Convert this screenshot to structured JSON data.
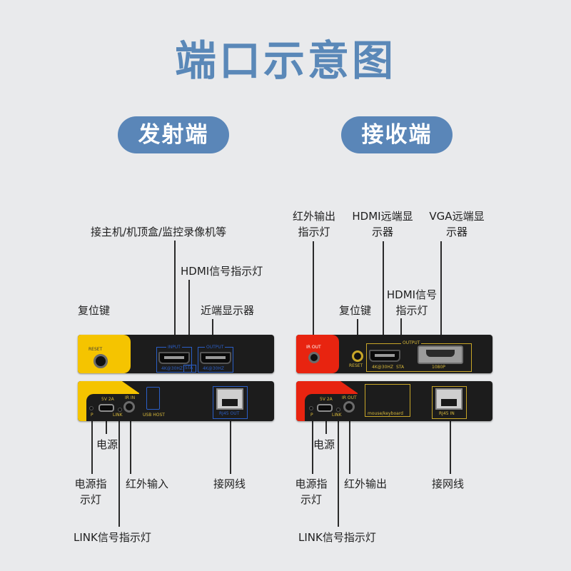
{
  "title": "端口示意图",
  "sender": {
    "pill": "发射端",
    "labels": {
      "host": "接主机/机顶盒/监控录像机等",
      "hdmi_led": "HDMI信号指示灯",
      "reset_key": "复位键",
      "near_display": "近端显示器",
      "power": "电源",
      "power_led": "电源指示灯",
      "ir_in": "红外输入",
      "lan": "接网线",
      "link_led": "LINK信号指示灯"
    },
    "panel_text": {
      "reset": "RESET",
      "input": "INPUT",
      "output": "OUTPUT",
      "in_res": "4K@30HZ",
      "sta": "STA",
      "out_res": "4K@30HZ",
      "power": "5V 2A",
      "ir_in": "IR IN",
      "p": "P",
      "link": "LINK",
      "usb_host": "USB HOST",
      "rj45": "RJ45 OUT"
    }
  },
  "receiver": {
    "pill": "接收端",
    "labels": {
      "ir_out_led": "红外输出指示灯",
      "hdmi_far": "HDMI远端显示器",
      "vga_far": "VGA远端显示器",
      "hdmi_signal": "HDMI信号指示灯",
      "reset_key": "复位键",
      "power": "电源",
      "power_led": "电源指示灯",
      "ir_out": "红外输出",
      "lan": "接网线",
      "link_led": "LINK信号指示灯"
    },
    "panel_text": {
      "ir_out": "IR OUT",
      "reset": "RESET",
      "output": "OUTPUT",
      "hdmi_res": "4K@30HZ",
      "sta": "STA",
      "vga_res": "1080P",
      "power": "5V 2A",
      "ir_out_bottom": "IR OUT",
      "p": "P",
      "link": "LINK",
      "mouse_keyboard": "mouse/keyboard",
      "rj45": "RJ45 IN"
    }
  },
  "colors": {
    "title": "#5a88b8",
    "pill": "#5a86b8",
    "sender_accent": "#f5c400",
    "receiver_accent": "#e82410",
    "port_gold": "#c8a628",
    "port_blue": "#2b5fc7"
  }
}
